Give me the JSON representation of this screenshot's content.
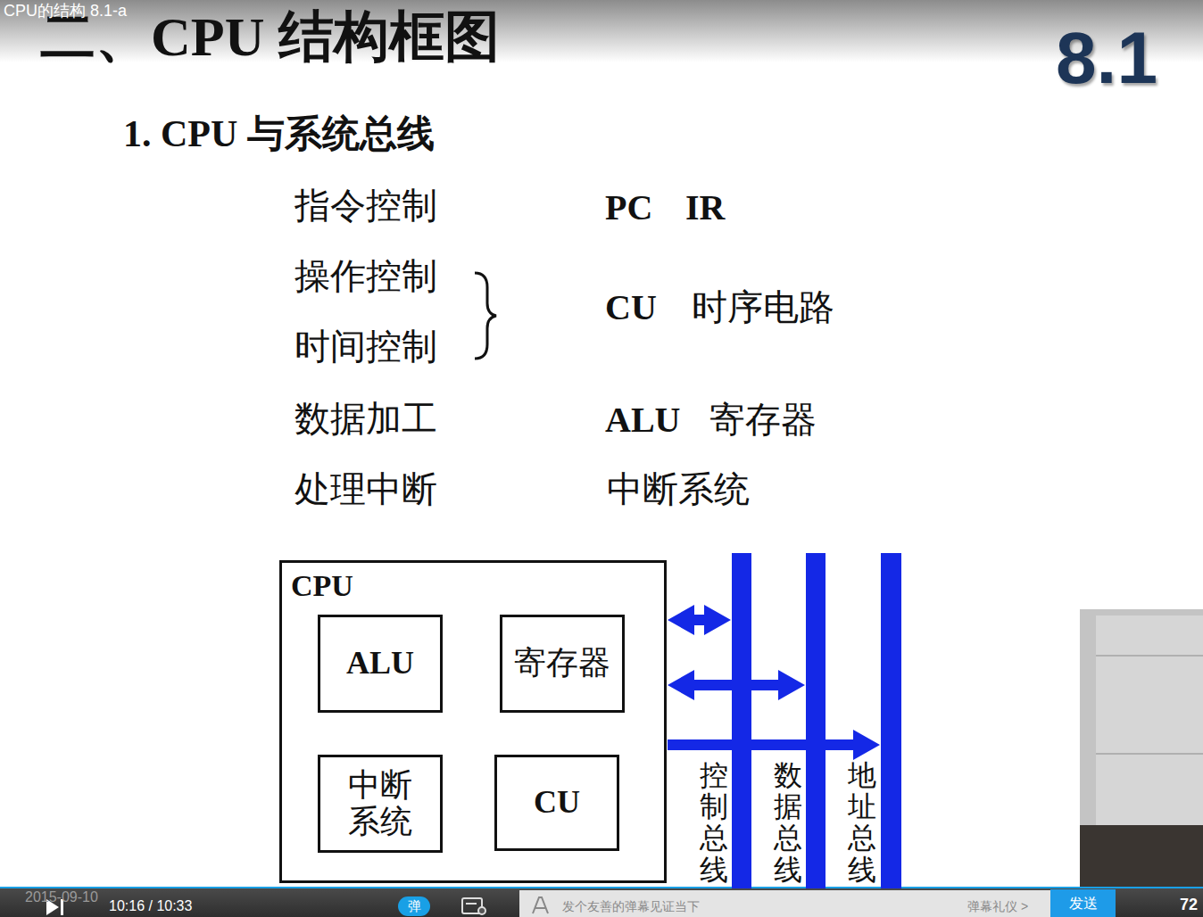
{
  "diagram": {
    "title": "二、CPU 结构框图",
    "nodes": [
      {
        "text": [
          "CPU"
        ]
      },
      {
        "text": [
          "ALU"
        ],
        "in": 0
      },
      {
        "text": [
          "寄存器"
        ],
        "in": 0
      },
      {
        "text": [
          "中断系统"
        ],
        "in": 0
      },
      {
        "text": [
          "CU"
        ],
        "in": 0
      },
      {
        "text": [
          "控制总线"
        ]
      },
      {
        "text": [
          "数据总线"
        ]
      },
      {
        "text": [
          "地址总线"
        ]
      }
    ],
    "edges": [
      {
        "from": 0,
        "to": 5,
        "arrow": "both"
      },
      {
        "from": 0,
        "to": 6,
        "arrow": "both"
      },
      {
        "from": 0,
        "to": 7,
        "arrow": "to"
      }
    ],
    "labels": [
      "CPU的结构 8.1-a",
      "8.1",
      "1. CPU 与系统总线",
      "指令控制",
      "PC",
      "IR",
      "操作控制",
      "时间控制",
      "CU",
      "时序电路",
      "数据加工",
      "ALU",
      "寄存器",
      "处理中断",
      "中断系统",
      "2015-09-10",
      "10:16 / 10:33",
      "弹",
      "发个友善的弹幕见证当下",
      "弹幕礼仪 >",
      "发送",
      "72"
    ]
  }
}
